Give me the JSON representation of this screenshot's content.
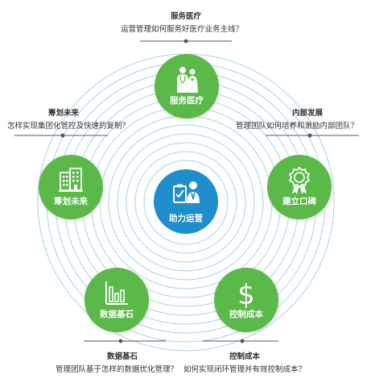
{
  "center": {
    "label": "助力运营",
    "icon": "doctor-clipboard-icon",
    "color": "#1f8ecd"
  },
  "accent": "#5bb94a",
  "ring_color": "#a9d2ea",
  "nodes": {
    "top": {
      "label": "服务医疗",
      "icon": "medical-staff-icon",
      "title": "服务医疗",
      "question": "运营管理如何服务好医疗业务主线？"
    },
    "upper_left": {
      "label": "筹划未来",
      "icon": "building-icon",
      "title": "筹划未来",
      "question": "怎样实现集团化管控及快速的复制？"
    },
    "upper_right": {
      "label": "建立口碑",
      "icon": "award-badge-icon",
      "title": "内部发展",
      "question": "管理团队如何培养和激励内部团队？"
    },
    "lower_left": {
      "label": "数据基石",
      "icon": "bar-chart-icon",
      "title": "数据基石",
      "question": "管理团队基于怎样的数据优化管理？"
    },
    "lower_right": {
      "label": "控制成本",
      "icon": "dollar-icon",
      "title": "控制成本",
      "question": "如何实现闭环管理并有效控制成本？"
    }
  }
}
